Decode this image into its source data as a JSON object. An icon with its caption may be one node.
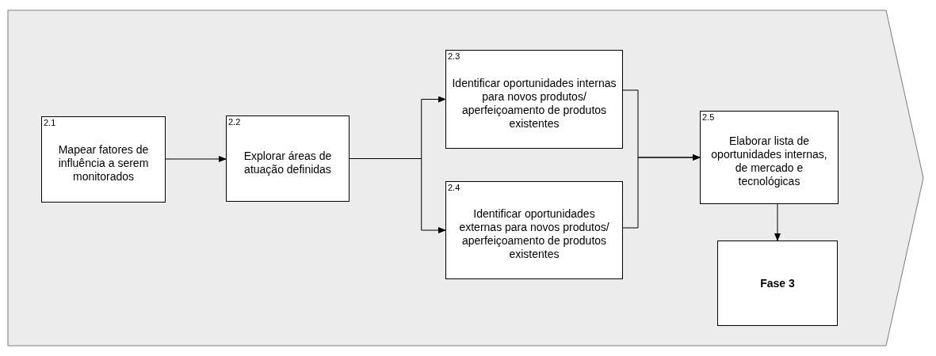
{
  "diagram": {
    "nodes": [
      {
        "text": [
          "2.1",
          "Mapear fatores de influência a serem monitorados"
        ]
      },
      {
        "text": [
          "2.2",
          "Explorar áreas de atuação definidas"
        ]
      },
      {
        "text": [
          "2.3",
          "Identificar oportunidades internas para novos produtos/ aperfeiçoamento de produtos existentes"
        ]
      },
      {
        "text": [
          "2.4",
          "Identificar oportunidades externas para novos produtos/ aperfeiçoamento de produtos existentes"
        ]
      },
      {
        "text": [
          "2.5",
          "Elaborar lista de oportunidades internas, de mercado e tecnológicas"
        ]
      },
      {
        "text": [
          "Fase 3"
        ]
      }
    ],
    "edges": [
      {
        "from": 0,
        "to": 1,
        "arrow": "to"
      },
      {
        "from": 1,
        "to": 2,
        "arrow": "to"
      },
      {
        "from": 1,
        "to": 3,
        "arrow": "to"
      },
      {
        "from": 2,
        "to": 4,
        "arrow": "to"
      },
      {
        "from": 3,
        "to": 4,
        "arrow": "to"
      },
      {
        "from": 4,
        "to": 5,
        "arrow": "to"
      }
    ]
  }
}
